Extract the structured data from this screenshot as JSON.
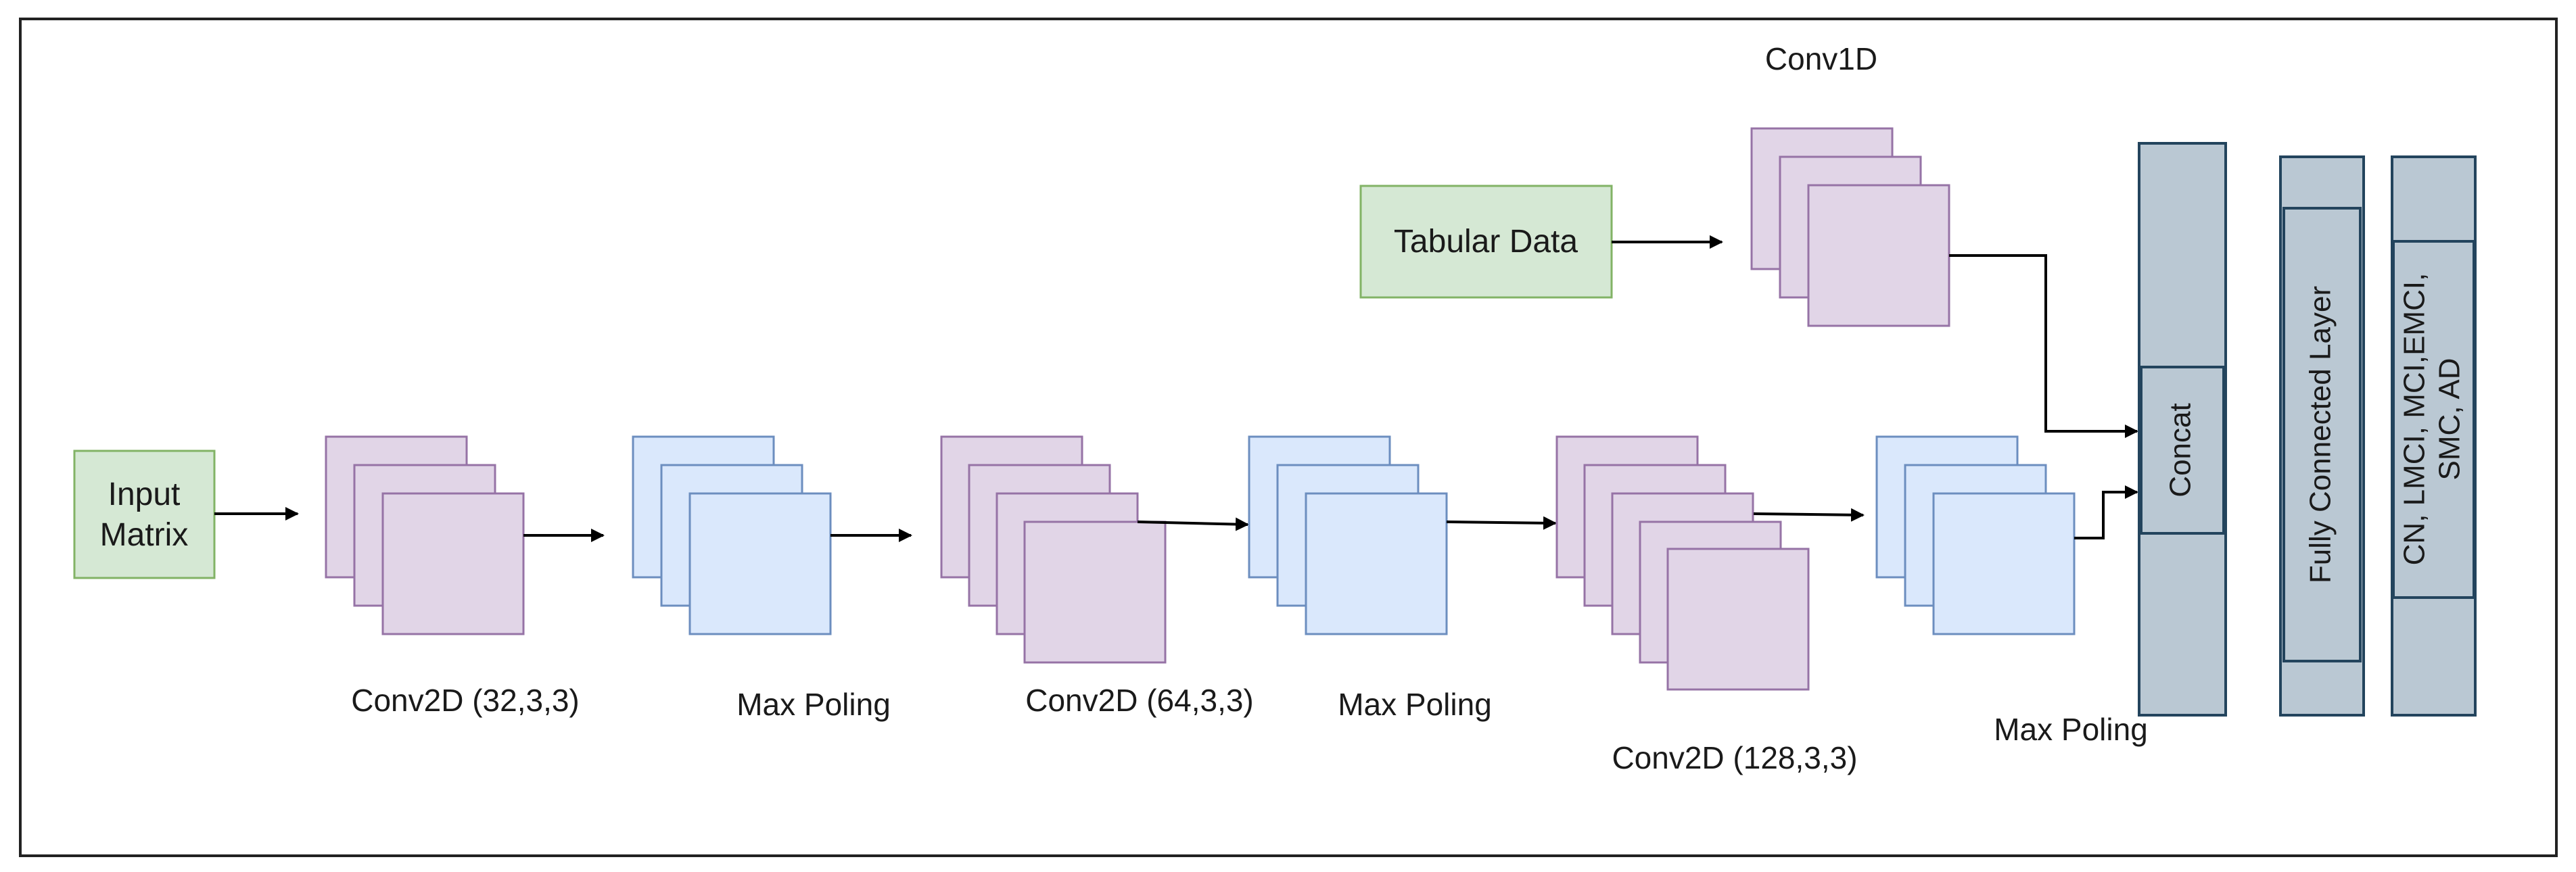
{
  "nodes": {
    "input_matrix": {
      "line1": "Input",
      "line2": "Matrix"
    },
    "tabular_data": {
      "label": "Tabular Data"
    },
    "conv1d": {
      "label": "Conv1D"
    },
    "conv2d_1": {
      "label": "Conv2D (32,3,3)"
    },
    "pool_1": {
      "label": "Max Poling"
    },
    "conv2d_2": {
      "label": "Conv2D (64,3,3)"
    },
    "pool_2": {
      "label": "Max Poling"
    },
    "conv2d_3": {
      "label": "Conv2D (128,3,3)"
    },
    "pool_3": {
      "label": "Max Poling"
    },
    "concat": {
      "label": "Concat"
    },
    "fully_connected": {
      "label": "Fully Connected Layer"
    },
    "output": {
      "line1": "CN, LMCI, MCI,EMCI,",
      "line2": "SMC, AD"
    }
  },
  "colors": {
    "conv_fill": "#e1d5e7",
    "conv_stroke": "#9673a6",
    "pool_fill": "#dae8fc",
    "pool_stroke": "#6c8ebf",
    "input_fill": "#d5e8d4",
    "input_stroke": "#82b366",
    "bar_fill": "#bac8d3",
    "bar_stroke": "#23445d"
  }
}
